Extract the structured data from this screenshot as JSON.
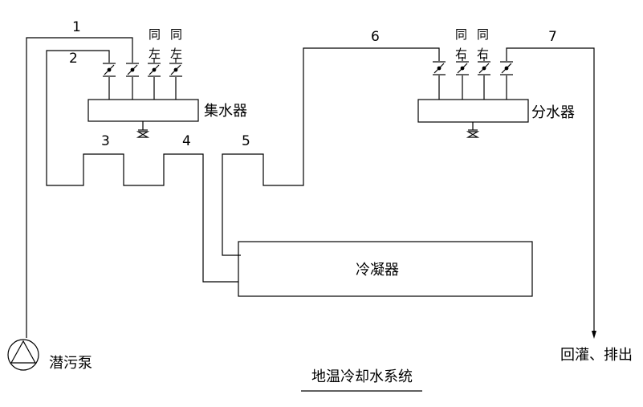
{
  "diagram": {
    "title": "地温冷却水系统",
    "pipe_labels": {
      "p1": "1",
      "p2": "2",
      "p3": "3",
      "p4": "4",
      "p5": "5",
      "p6": "6",
      "p7": "7"
    },
    "collector": {
      "label": "集水器",
      "top_tags": [
        "同",
        "同"
      ],
      "bottom_tags": [
        "左",
        "左"
      ]
    },
    "distributor": {
      "label": "分水器",
      "top_tags": [
        "同",
        "同"
      ],
      "bottom_tags": [
        "右",
        "右"
      ]
    },
    "condenser": {
      "label": "冷凝器"
    },
    "pump": {
      "label": "潜污泵"
    },
    "outlet": {
      "label": "回灌、排出"
    }
  }
}
